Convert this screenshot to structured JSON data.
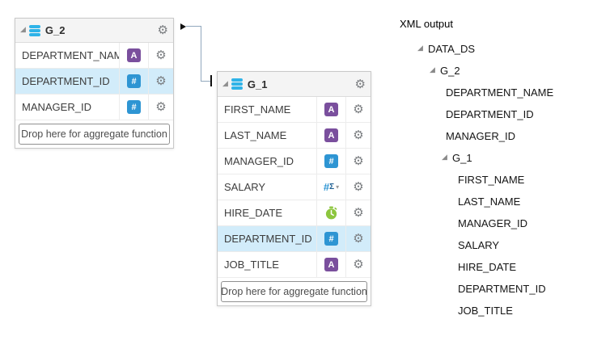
{
  "icon_glyphs": {
    "gear": "⚙",
    "expanded_triangle": "◢",
    "text": "A",
    "number": "#",
    "sigma": "Σ",
    "dropdown": "▾"
  },
  "colors": {
    "text_type_bg": "#7a4f9d",
    "number_type_bg": "#2e95d3",
    "date_type": "#8dc63f",
    "selected_row_bg": "#d2ecfa",
    "group_icon": "#2fb3e8",
    "connector_line": "#92a8bd"
  },
  "g2": {
    "title": "G_2",
    "drop_label": "Drop here for aggregate function",
    "fields": [
      {
        "name": "DEPARTMENT_NAME",
        "type": "text",
        "icon": "text-type-icon",
        "selected": false
      },
      {
        "name": "DEPARTMENT_ID",
        "type": "number",
        "icon": "number-type-icon",
        "selected": true
      },
      {
        "name": "MANAGER_ID",
        "type": "number",
        "icon": "number-type-icon",
        "selected": false
      }
    ]
  },
  "g1": {
    "title": "G_1",
    "drop_label": "Drop here for aggregate function",
    "fields": [
      {
        "name": "FIRST_NAME",
        "type": "text",
        "icon": "text-type-icon",
        "selected": false
      },
      {
        "name": "LAST_NAME",
        "type": "text",
        "icon": "text-type-icon",
        "selected": false
      },
      {
        "name": "MANAGER_ID",
        "type": "number",
        "icon": "number-type-icon",
        "selected": false
      },
      {
        "name": "SALARY",
        "type": "number-aggregate",
        "icon": "number-aggregate-type-icon",
        "selected": false
      },
      {
        "name": "HIRE_DATE",
        "type": "date",
        "icon": "date-type-icon",
        "selected": false
      },
      {
        "name": "DEPARTMENT_ID",
        "type": "number",
        "icon": "number-type-icon",
        "selected": true
      },
      {
        "name": "JOB_TITLE",
        "type": "text",
        "icon": "text-type-icon",
        "selected": false
      }
    ]
  },
  "xml_output": {
    "title": "XML output",
    "nodes": [
      {
        "label": "DATA_DS",
        "level": 0,
        "expandable": true
      },
      {
        "label": "G_2",
        "level": 1,
        "expandable": true
      },
      {
        "label": "DEPARTMENT_NAME",
        "level": 2,
        "expandable": false
      },
      {
        "label": "DEPARTMENT_ID",
        "level": 2,
        "expandable": false
      },
      {
        "label": "MANAGER_ID",
        "level": 2,
        "expandable": false
      },
      {
        "label": "G_1",
        "level": 2,
        "expandable": true
      },
      {
        "label": "FIRST_NAME",
        "level": 3,
        "expandable": false
      },
      {
        "label": "LAST_NAME",
        "level": 3,
        "expandable": false
      },
      {
        "label": "MANAGER_ID",
        "level": 3,
        "expandable": false
      },
      {
        "label": "SALARY",
        "level": 3,
        "expandable": false
      },
      {
        "label": "HIRE_DATE",
        "level": 3,
        "expandable": false
      },
      {
        "label": "DEPARTMENT_ID",
        "level": 3,
        "expandable": false
      },
      {
        "label": "JOB_TITLE",
        "level": 3,
        "expandable": false
      }
    ]
  }
}
